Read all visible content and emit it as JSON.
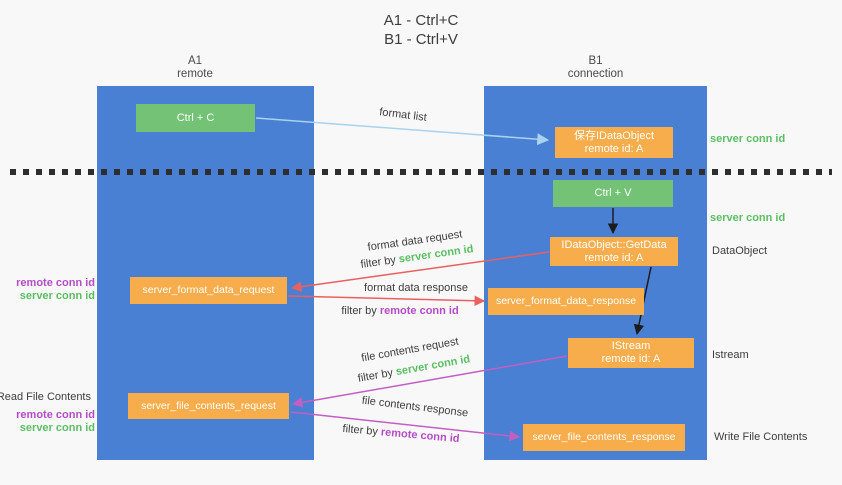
{
  "title": {
    "line1": "A1 - Ctrl+C",
    "line2": "B1 - Ctrl+V"
  },
  "columns": {
    "left": {
      "id": "A1",
      "role": "remote"
    },
    "right": {
      "id": "B1",
      "role": "connection"
    }
  },
  "nodes": {
    "ctrl_c": {
      "label": "Ctrl + C"
    },
    "save_idataobject": {
      "line1": "保存IDataObject",
      "line2": "remote id: A"
    },
    "ctrl_v": {
      "label": "Ctrl + V"
    },
    "idataobject_getdata": {
      "line1": "IDataObject::GetData",
      "line2": "remote id: A"
    },
    "server_format_data_request": {
      "label": "server_format_data_request"
    },
    "server_format_data_response": {
      "label": "server_format_data_response"
    },
    "istream": {
      "line1": "IStream",
      "line2": "remote id: A"
    },
    "server_file_contents_request": {
      "label": "server_file_contents_request"
    },
    "server_file_contents_response": {
      "label": "server_file_contents_response"
    }
  },
  "arrow_labels": {
    "format_list": "format list",
    "format_data_request": "format data request",
    "format_data_response": "format data response",
    "file_contents_request": "file contents request",
    "file_contents_response": "file contents response",
    "filter_by": "filter by",
    "server_conn_id": "server conn id",
    "remote_conn_id": "remote conn id"
  },
  "side_labels": {
    "server_conn_id_top_right": "server conn id",
    "server_conn_id_mid_right": "server conn id",
    "dataobject": "DataObject",
    "istream": "Istream",
    "write_file_contents": "Write File Contents",
    "read_file_contents": "Read File Contents",
    "remote_conn_id_left_1": "remote conn id",
    "server_conn_id_left_1": "server conn id",
    "remote_conn_id_left_2": "remote conn id",
    "server_conn_id_left_2": "server conn id"
  },
  "colors": {
    "column_blue": "#4a80d3",
    "box_green": "#74c276",
    "box_orange": "#f7ad4b",
    "conn_green": "#5abf63",
    "conn_purple": "#b44cc8",
    "arrow_red": "#ea605e",
    "arrow_magenta": "#c45ec4",
    "arrow_lightblue": "#a8d2ee",
    "arrow_black": "#1c1c1c"
  }
}
